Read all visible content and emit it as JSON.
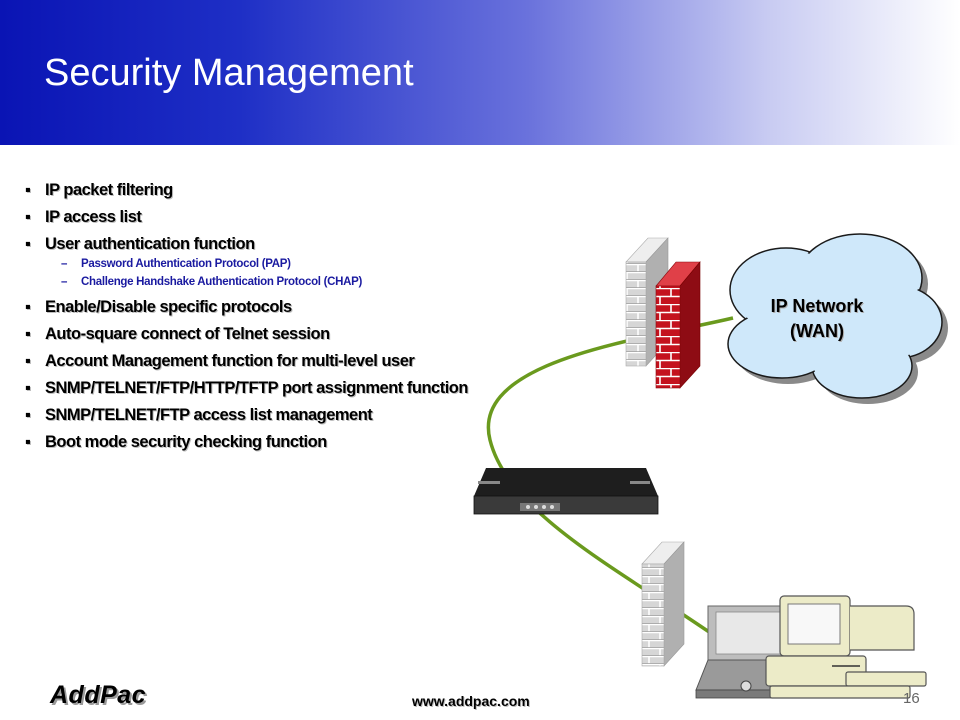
{
  "slide": {
    "title": "Security Management"
  },
  "bullets": [
    {
      "text": "IP packet filtering",
      "level": 1
    },
    {
      "text": "IP access list",
      "level": 1
    },
    {
      "text": "User authentication function",
      "level": 1
    },
    {
      "text": "Password Authentication  Protocol (PAP)",
      "level": 2
    },
    {
      "text": "Challenge Handshake  Authentication  Protocol (CHAP)",
      "level": 2
    },
    {
      "text": "Enable/Disable specific protocols",
      "level": 1
    },
    {
      "text": "Auto-square connect of Telnet session",
      "level": 1
    },
    {
      "text": "Account Management function for multi-level user",
      "level": 1
    },
    {
      "text": "SNMP/TELNET/FTP/HTTP/TFTP port assignment function",
      "level": 1
    },
    {
      "text": "SNMP/TELNET/FTP access list management",
      "level": 1
    },
    {
      "text": "Boot mode security checking function",
      "level": 1
    }
  ],
  "markers": {
    "level1": "▪",
    "level2": "–"
  },
  "diagram": {
    "cloud_line1": "IP Network",
    "cloud_line2": "(WAN)"
  },
  "footer": {
    "logo": "AddPac",
    "url": "www.addpac.com",
    "page": "16"
  },
  "colors": {
    "header_start": "#0a14b4",
    "cable": "#6a9a1e",
    "firewall_red": "#c4121e",
    "firewall_gray": "#d8d8d8",
    "cloud": "#cfe8fa"
  }
}
